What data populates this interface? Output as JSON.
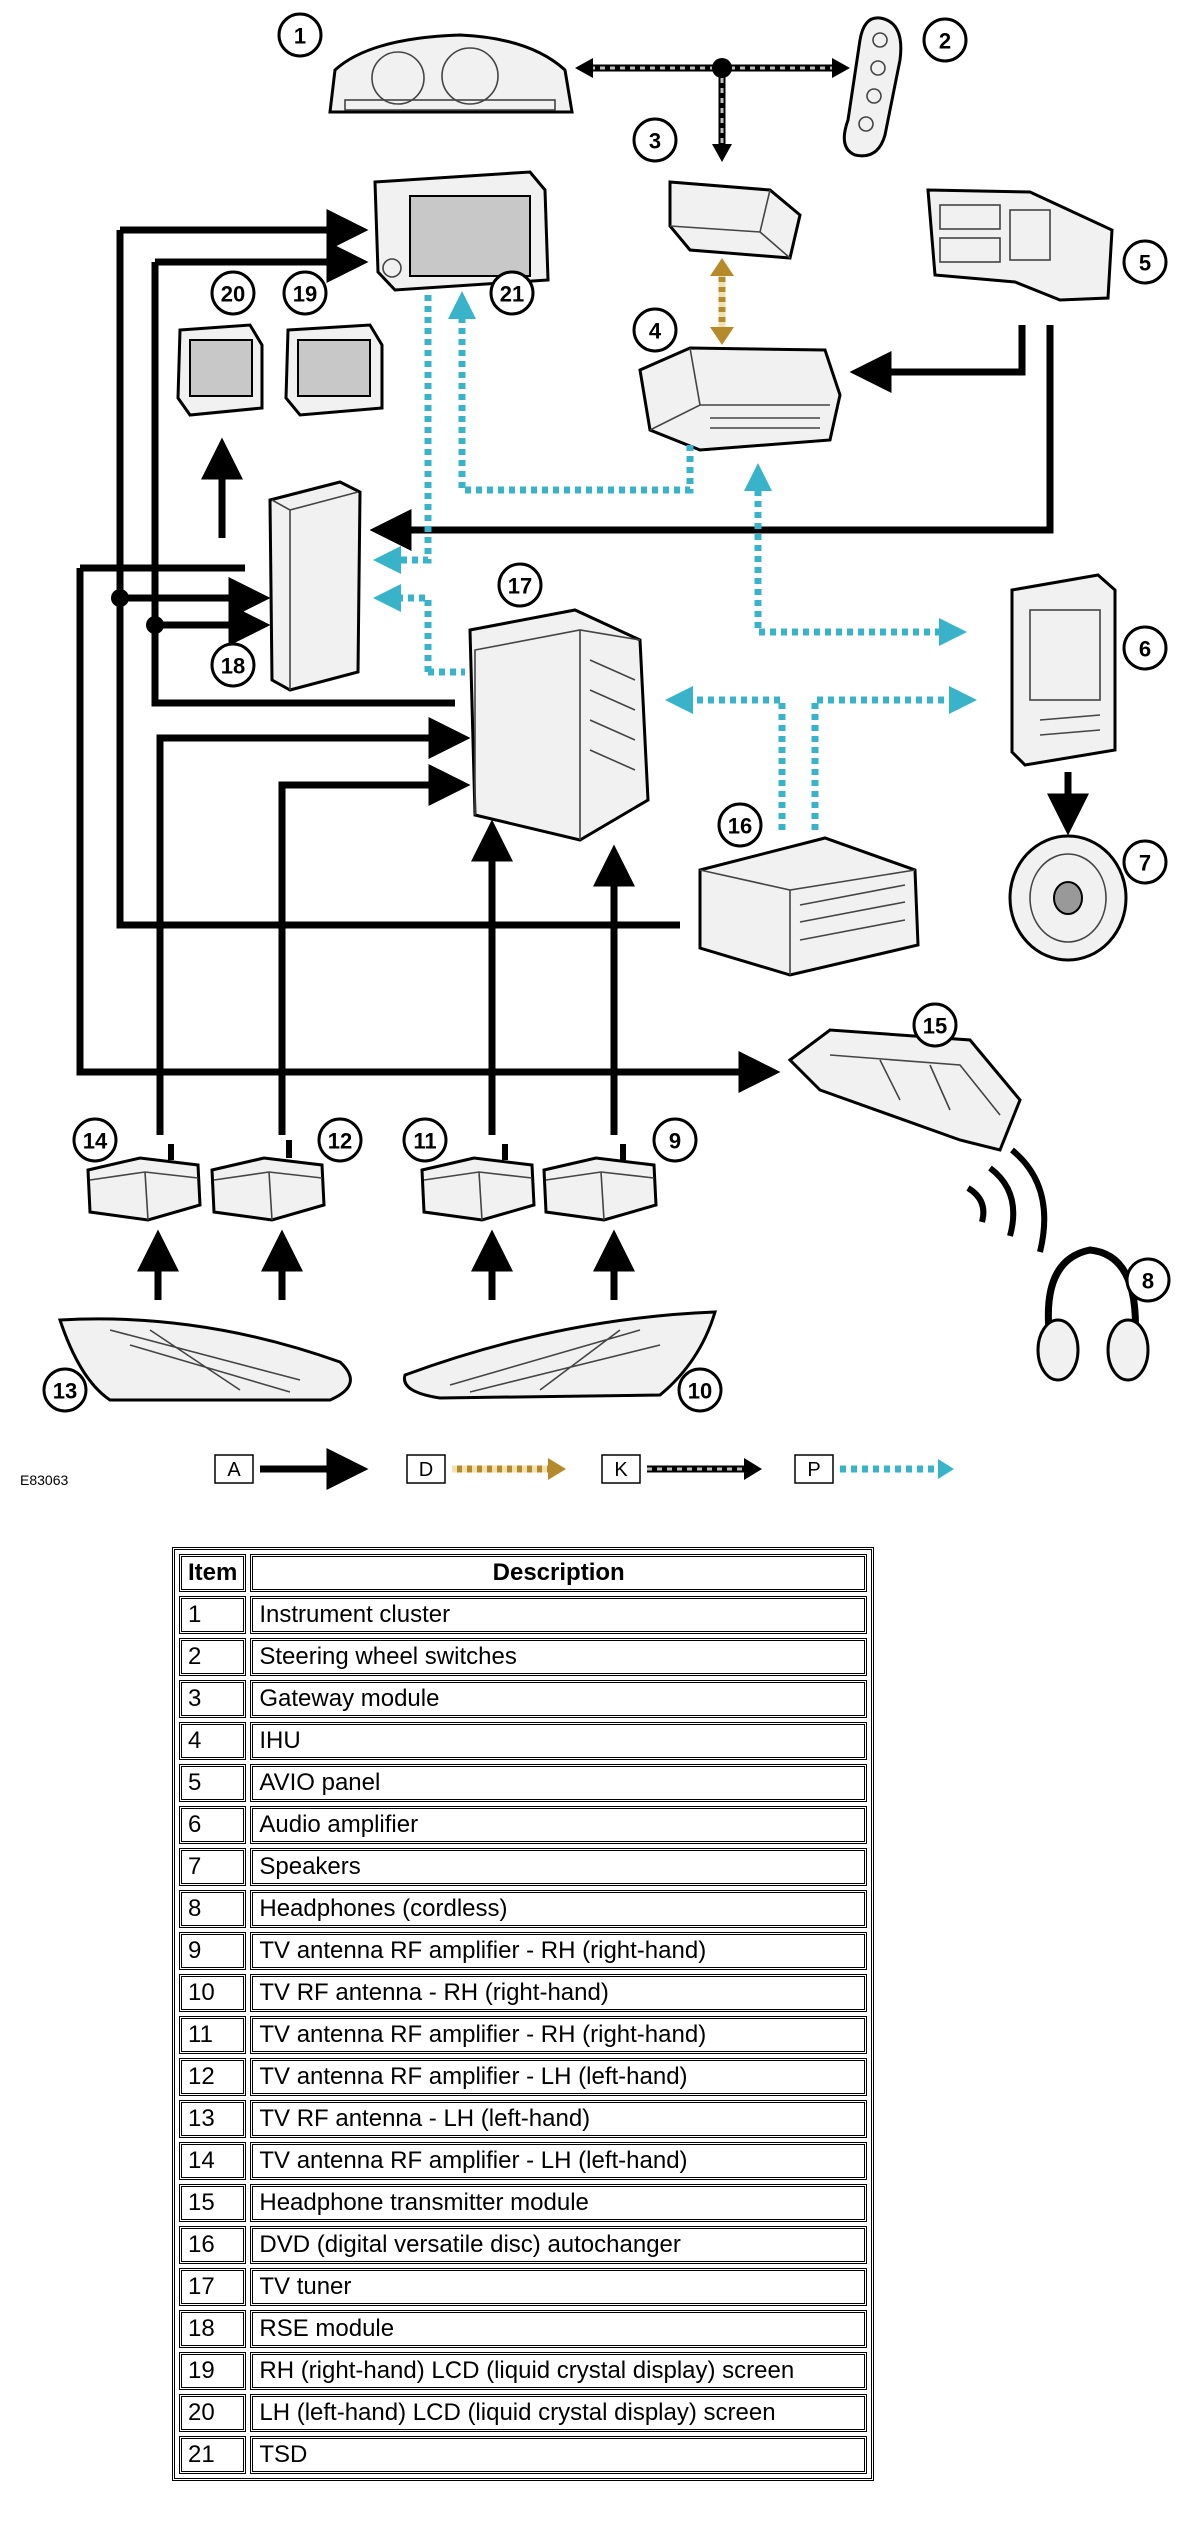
{
  "figure_id": "E83063",
  "callouts": [
    {
      "n": "1"
    },
    {
      "n": "2"
    },
    {
      "n": "3"
    },
    {
      "n": "4"
    },
    {
      "n": "5"
    },
    {
      "n": "6"
    },
    {
      "n": "7"
    },
    {
      "n": "8"
    },
    {
      "n": "9"
    },
    {
      "n": "10"
    },
    {
      "n": "11"
    },
    {
      "n": "12"
    },
    {
      "n": "13"
    },
    {
      "n": "14"
    },
    {
      "n": "15"
    },
    {
      "n": "16"
    },
    {
      "n": "17"
    },
    {
      "n": "18"
    },
    {
      "n": "19"
    },
    {
      "n": "20"
    },
    {
      "n": "21"
    }
  ],
  "legend": [
    {
      "key": "A"
    },
    {
      "key": "D"
    },
    {
      "key": "K"
    },
    {
      "key": "P"
    }
  ],
  "table": {
    "header_item": "Item",
    "header_description": "Description",
    "rows": [
      {
        "item": "1",
        "description": "Instrument cluster"
      },
      {
        "item": "2",
        "description": "Steering wheel switches"
      },
      {
        "item": "3",
        "description": "Gateway module"
      },
      {
        "item": "4",
        "description": "IHU"
      },
      {
        "item": "5",
        "description": "AVIO panel"
      },
      {
        "item": "6",
        "description": "Audio amplifier"
      },
      {
        "item": "7",
        "description": "Speakers"
      },
      {
        "item": "8",
        "description": "Headphones (cordless)"
      },
      {
        "item": "9",
        "description": "TV antenna RF amplifier - RH (right-hand)"
      },
      {
        "item": "10",
        "description": "TV RF antenna - RH (right-hand)"
      },
      {
        "item": "11",
        "description": "TV antenna RF amplifier - RH (right-hand)"
      },
      {
        "item": "12",
        "description": "TV antenna RF amplifier - LH (left-hand)"
      },
      {
        "item": "13",
        "description": "TV RF antenna - LH (left-hand)"
      },
      {
        "item": "14",
        "description": "TV antenna RF amplifier - LH (left-hand)"
      },
      {
        "item": "15",
        "description": "Headphone transmitter module"
      },
      {
        "item": "16",
        "description": "DVD (digital versatile disc) autochanger"
      },
      {
        "item": "17",
        "description": "TV tuner"
      },
      {
        "item": "18",
        "description": "RSE module"
      },
      {
        "item": "19",
        "description": "RH (right-hand) LCD (liquid crystal display) screen"
      },
      {
        "item": "20",
        "description": "LH (left-hand) LCD (liquid crystal display) screen"
      },
      {
        "item": "21",
        "description": "TSD"
      }
    ]
  }
}
